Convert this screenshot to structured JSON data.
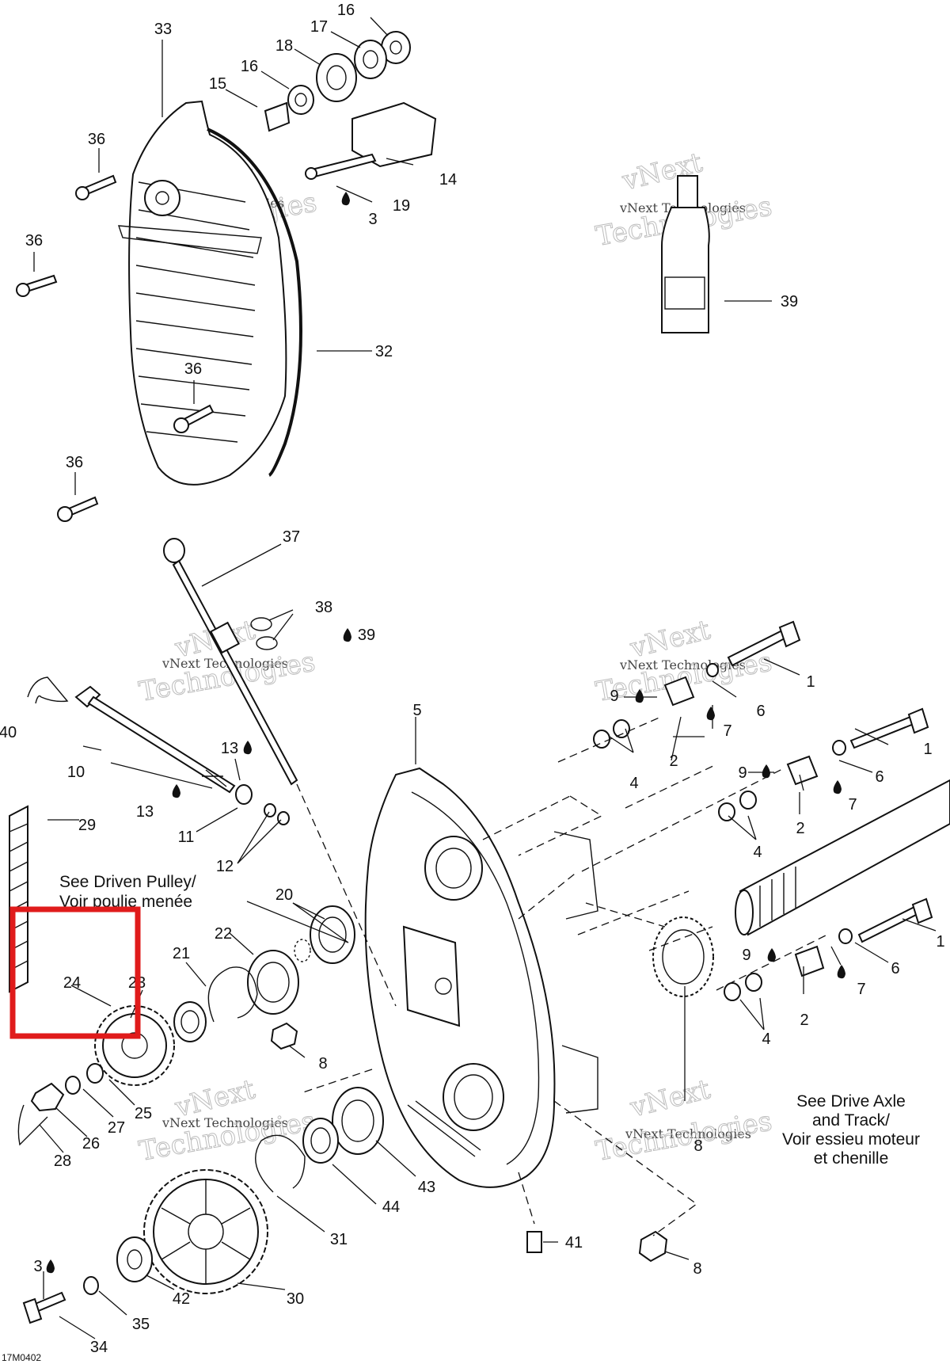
{
  "diagram": {
    "drawing_code": "17M0402",
    "watermark": {
      "line1": "vNext",
      "line2": "vNext Technologies",
      "line3": "Technologies"
    },
    "notes": {
      "driven_pulley": {
        "line1": "See Driven Pulley/",
        "line2": "Voir poulie menée"
      },
      "drive_axle": {
        "line1": "See Drive Axle",
        "line2": "and Track/",
        "line3": "Voir essieu moteur",
        "line4": "et chenille"
      }
    },
    "highlight": {
      "color": "#e01b1b",
      "label": "24"
    },
    "callouts": [
      {
        "id": "c16a",
        "label": "16"
      },
      {
        "id": "c17",
        "label": "17"
      },
      {
        "id": "c33",
        "label": "33"
      },
      {
        "id": "c18",
        "label": "18"
      },
      {
        "id": "c16b",
        "label": "16"
      },
      {
        "id": "c15",
        "label": "15"
      },
      {
        "id": "c36a",
        "label": "36"
      },
      {
        "id": "c14",
        "label": "14"
      },
      {
        "id": "c19",
        "label": "19"
      },
      {
        "id": "c3a",
        "label": "3"
      },
      {
        "id": "c36b",
        "label": "36"
      },
      {
        "id": "c39a",
        "label": "39"
      },
      {
        "id": "c32",
        "label": "32"
      },
      {
        "id": "c36c",
        "label": "36"
      },
      {
        "id": "c36d",
        "label": "36"
      },
      {
        "id": "c37",
        "label": "37"
      },
      {
        "id": "c38",
        "label": "38"
      },
      {
        "id": "c39b",
        "label": "39"
      },
      {
        "id": "c1a",
        "label": "1"
      },
      {
        "id": "c9a",
        "label": "9"
      },
      {
        "id": "c6a",
        "label": "6"
      },
      {
        "id": "c7a",
        "label": "7"
      },
      {
        "id": "c5",
        "label": "5"
      },
      {
        "id": "c40",
        "label": "40"
      },
      {
        "id": "c13a",
        "label": "13"
      },
      {
        "id": "c2a",
        "label": "2"
      },
      {
        "id": "c4a",
        "label": "4"
      },
      {
        "id": "c1b",
        "label": "1"
      },
      {
        "id": "c10",
        "label": "10"
      },
      {
        "id": "c9b",
        "label": "9"
      },
      {
        "id": "c6b",
        "label": "6"
      },
      {
        "id": "c7b",
        "label": "7"
      },
      {
        "id": "c13b",
        "label": "13"
      },
      {
        "id": "c29",
        "label": "29"
      },
      {
        "id": "c11",
        "label": "11"
      },
      {
        "id": "c12",
        "label": "12"
      },
      {
        "id": "c2b",
        "label": "2"
      },
      {
        "id": "c4b",
        "label": "4"
      },
      {
        "id": "c20",
        "label": "20"
      },
      {
        "id": "c22",
        "label": "22"
      },
      {
        "id": "c1c",
        "label": "1"
      },
      {
        "id": "c21",
        "label": "21"
      },
      {
        "id": "c9c",
        "label": "9"
      },
      {
        "id": "c6c",
        "label": "6"
      },
      {
        "id": "c7c",
        "label": "7"
      },
      {
        "id": "c24",
        "label": "24"
      },
      {
        "id": "c23",
        "label": "23"
      },
      {
        "id": "c2c",
        "label": "2"
      },
      {
        "id": "c4c",
        "label": "4"
      },
      {
        "id": "c8a",
        "label": "8"
      },
      {
        "id": "c25",
        "label": "25"
      },
      {
        "id": "c27",
        "label": "27"
      },
      {
        "id": "c26",
        "label": "26"
      },
      {
        "id": "c28",
        "label": "28"
      },
      {
        "id": "c8b",
        "label": "8"
      },
      {
        "id": "c43",
        "label": "43"
      },
      {
        "id": "c44",
        "label": "44"
      },
      {
        "id": "c31",
        "label": "31"
      },
      {
        "id": "c41",
        "label": "41"
      },
      {
        "id": "c3b",
        "label": "3"
      },
      {
        "id": "c42",
        "label": "42"
      },
      {
        "id": "c8c",
        "label": "8"
      },
      {
        "id": "c35",
        "label": "35"
      },
      {
        "id": "c30",
        "label": "30"
      },
      {
        "id": "c34",
        "label": "34"
      }
    ]
  }
}
